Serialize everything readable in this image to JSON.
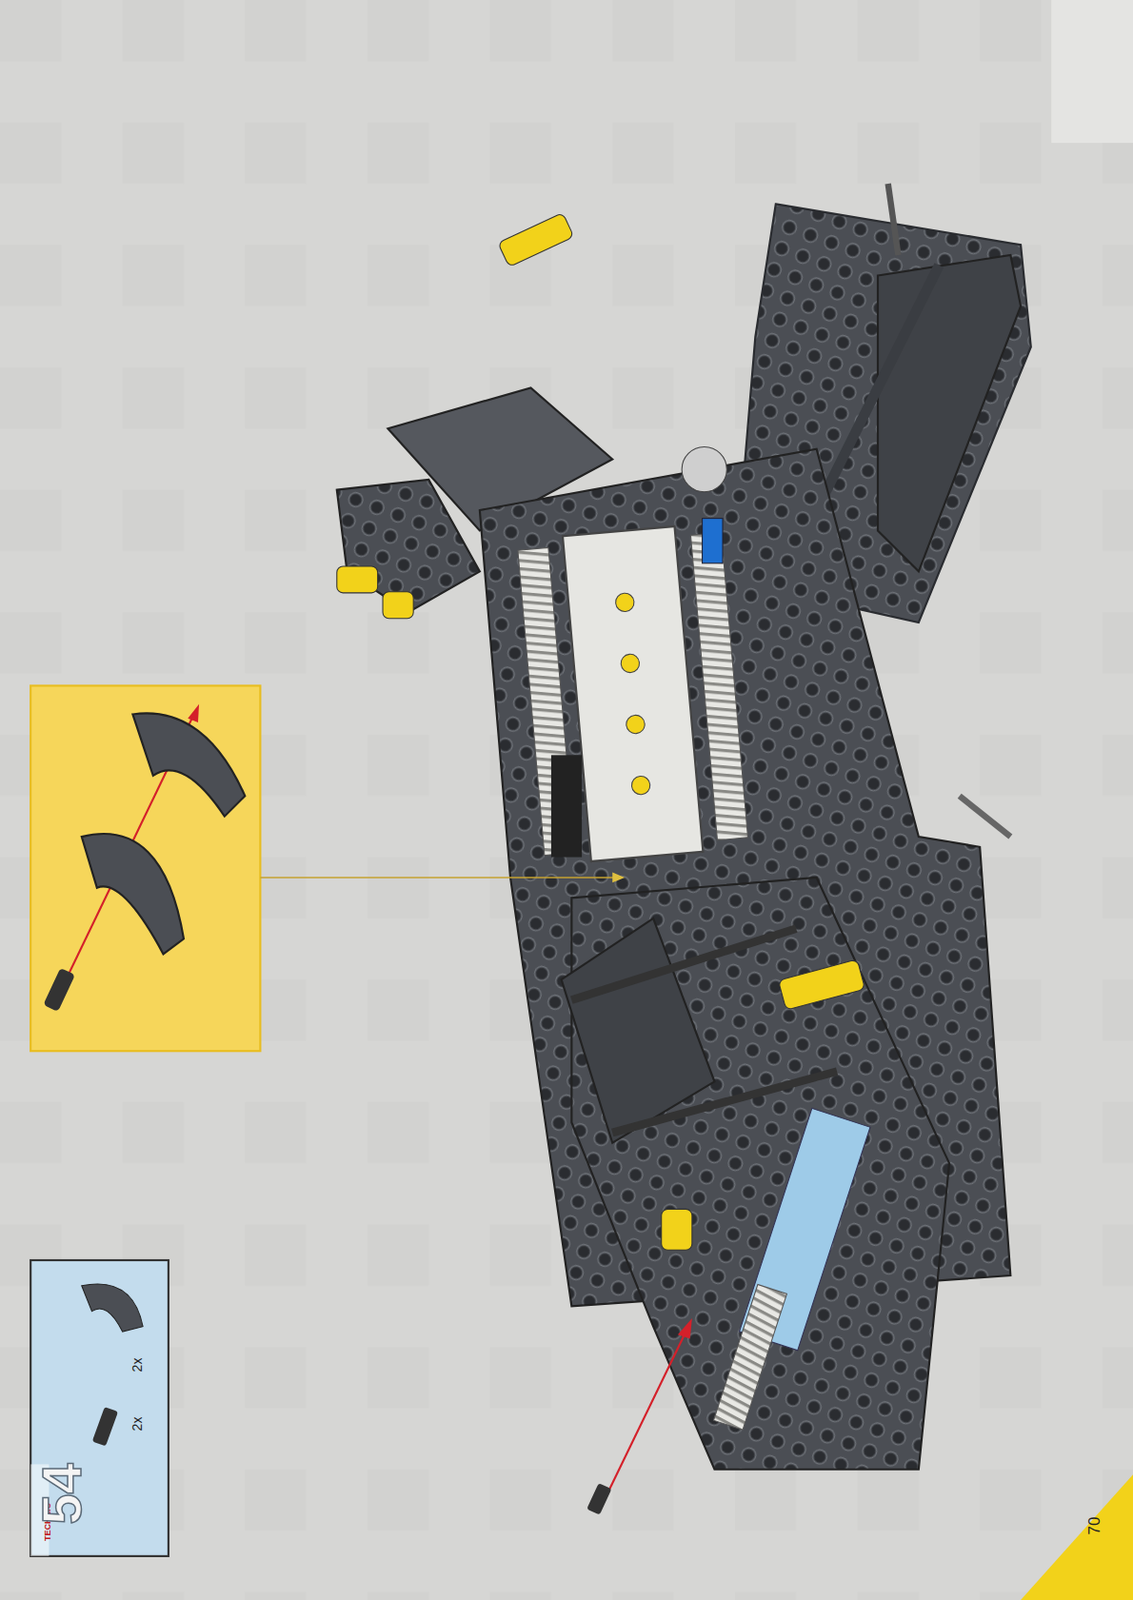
{
  "diagram": {
    "nodes": [
      {
        "text": [
          "TECHNIC",
          "54",
          "2x",
          "2x"
        ]
      }
    ],
    "edges": [],
    "labels": [
      "70"
    ]
  }
}
